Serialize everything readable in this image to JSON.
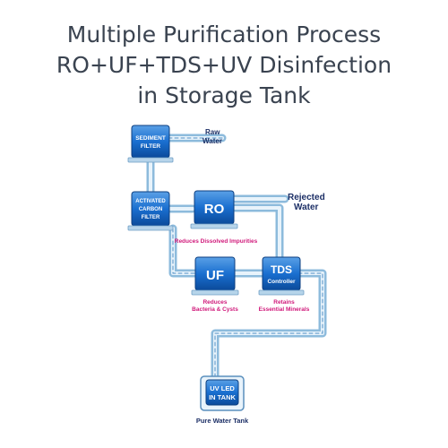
{
  "title": {
    "line1": "Multiple Purification Process",
    "line2": "RO+UF+TDS+UV Disinfection",
    "line3": "in Storage Tank"
  },
  "nodes": {
    "sediment": {
      "line1": "SEDIMENT",
      "line2": "FILTER"
    },
    "carbon": {
      "line1": "ACTIVATED",
      "line2": "CARBON",
      "line3": "FILTER"
    },
    "ro": {
      "label": "RO"
    },
    "uf": {
      "label": "UF"
    },
    "tds": {
      "line1": "TDS",
      "line2": "Controller"
    },
    "uv": {
      "line1": "UV LED",
      "line2": "IN TANK"
    }
  },
  "labels": {
    "raw_water_1": "Raw",
    "raw_water_2": "Water",
    "rejected_1": "Rejected",
    "rejected_2": "Water",
    "ro_caption": "Reduces Dissolved Impurities",
    "uf_caption_1": "Reduces",
    "uf_caption_2": "Bacteria & Cysts",
    "tds_caption_1": "Retains",
    "tds_caption_2": "Essential Minerals",
    "tank_caption": "Pure Water Tank"
  },
  "colors": {
    "title": "#3a4350",
    "node_blue": "#1565c0",
    "pipe": "#a9cde6",
    "label_navy": "#1c2f66",
    "caption_magenta": "#d0187a"
  }
}
